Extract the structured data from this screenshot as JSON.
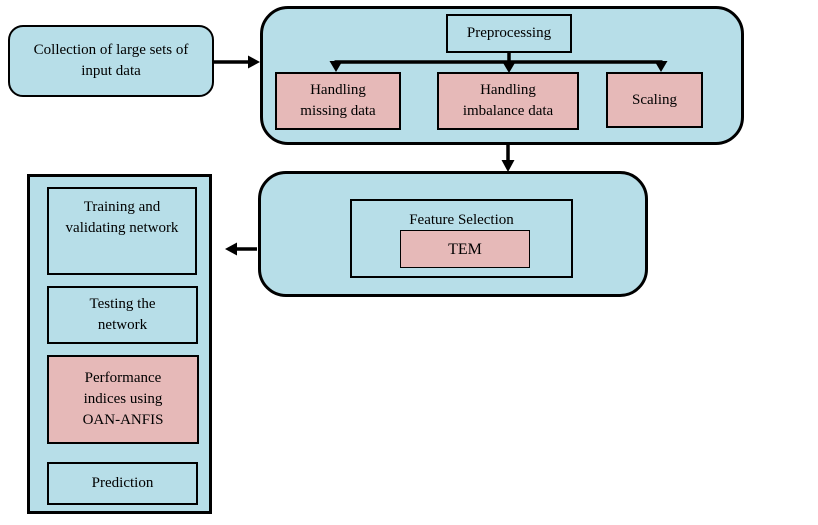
{
  "palette": {
    "blue_fill": "#b7dee8",
    "pink_fill": "#e6b9b8",
    "stroke": "#000000",
    "background": "#ffffff"
  },
  "flowchart": {
    "collection": "Collection of large sets of\ninput data",
    "preprocessing": "Preprocessing",
    "handling_missing": "Handling\nmissing data",
    "handling_imbalance": "Handling\nimbalance data",
    "scaling": "Scaling",
    "feature_selection": "Feature Selection",
    "tem": "TEM",
    "training": "Training and\nvalidating network",
    "testing": "Testing the\nnetwork",
    "performance": "Performance\nindices using\nOAN-ANFIS",
    "prediction": "Prediction"
  }
}
